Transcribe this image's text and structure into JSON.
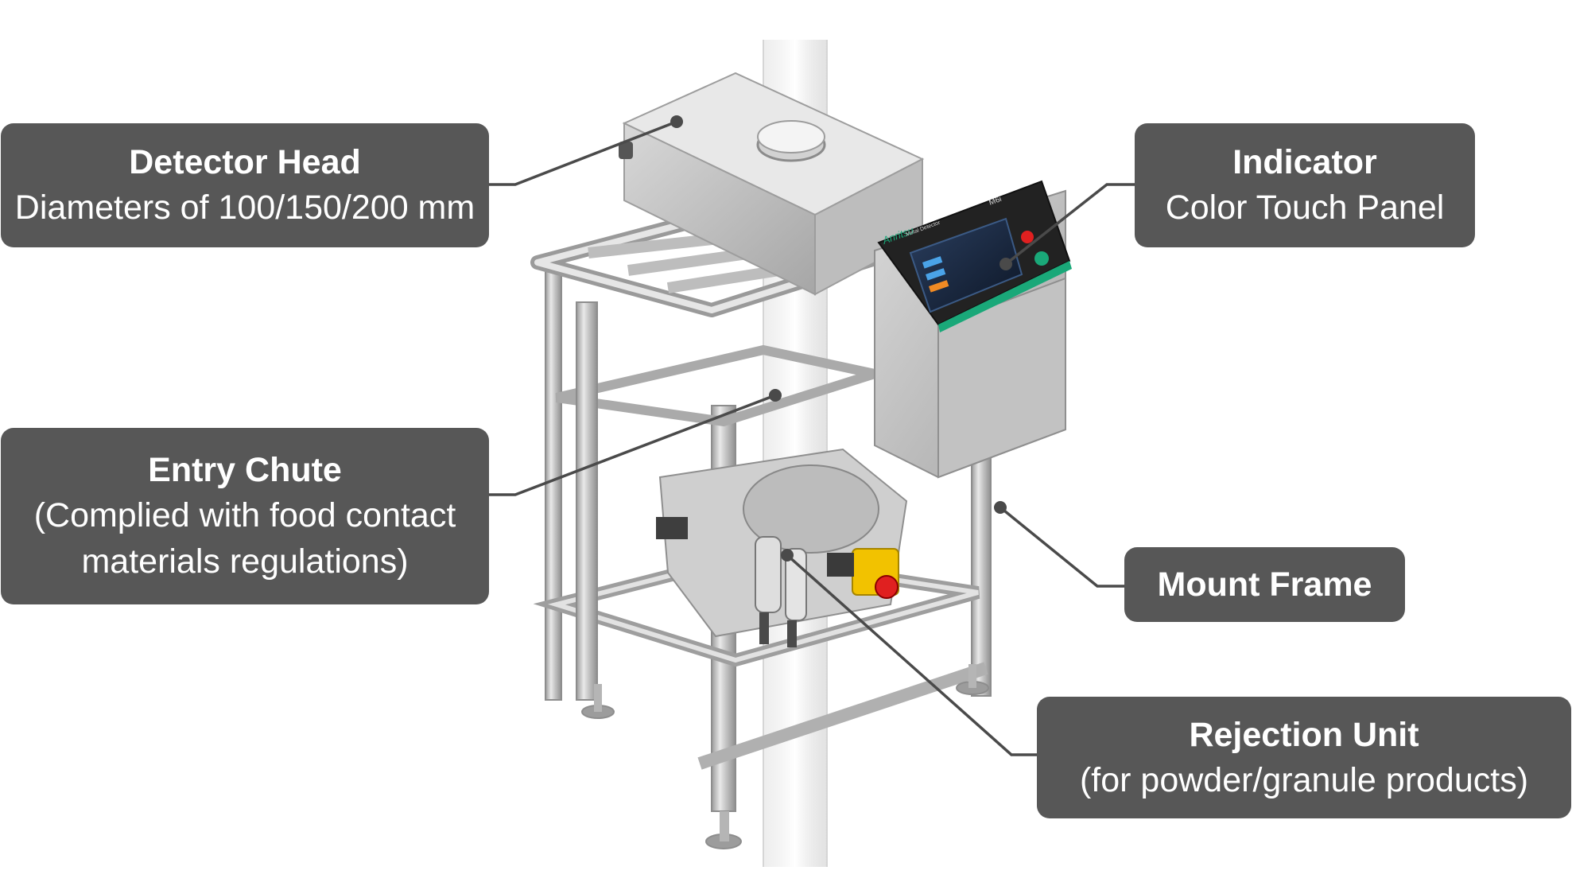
{
  "callouts": {
    "detector_head": {
      "title": "Detector Head",
      "subtitle": "Diameters of 100/150/200 mm"
    },
    "indicator": {
      "title": "Indicator",
      "subtitle": "Color Touch Panel"
    },
    "entry_chute": {
      "title": "Entry Chute",
      "subtitle_line1": "(Complied with food contact",
      "subtitle_line2": "materials regulations)"
    },
    "mount_frame": {
      "title": "Mount Frame"
    },
    "rejection_unit": {
      "title": "Rejection Unit",
      "subtitle": "(for powder/granule products)"
    }
  },
  "panel": {
    "brand": "Anritsu",
    "model": "M6i",
    "screen_title": "Metal Detector"
  },
  "colors": {
    "callout_bg": "#575757",
    "leader": "#4a4a4a",
    "accent_green": "#1aa879",
    "stop_red": "#e02020",
    "box_yellow": "#f2c200"
  }
}
